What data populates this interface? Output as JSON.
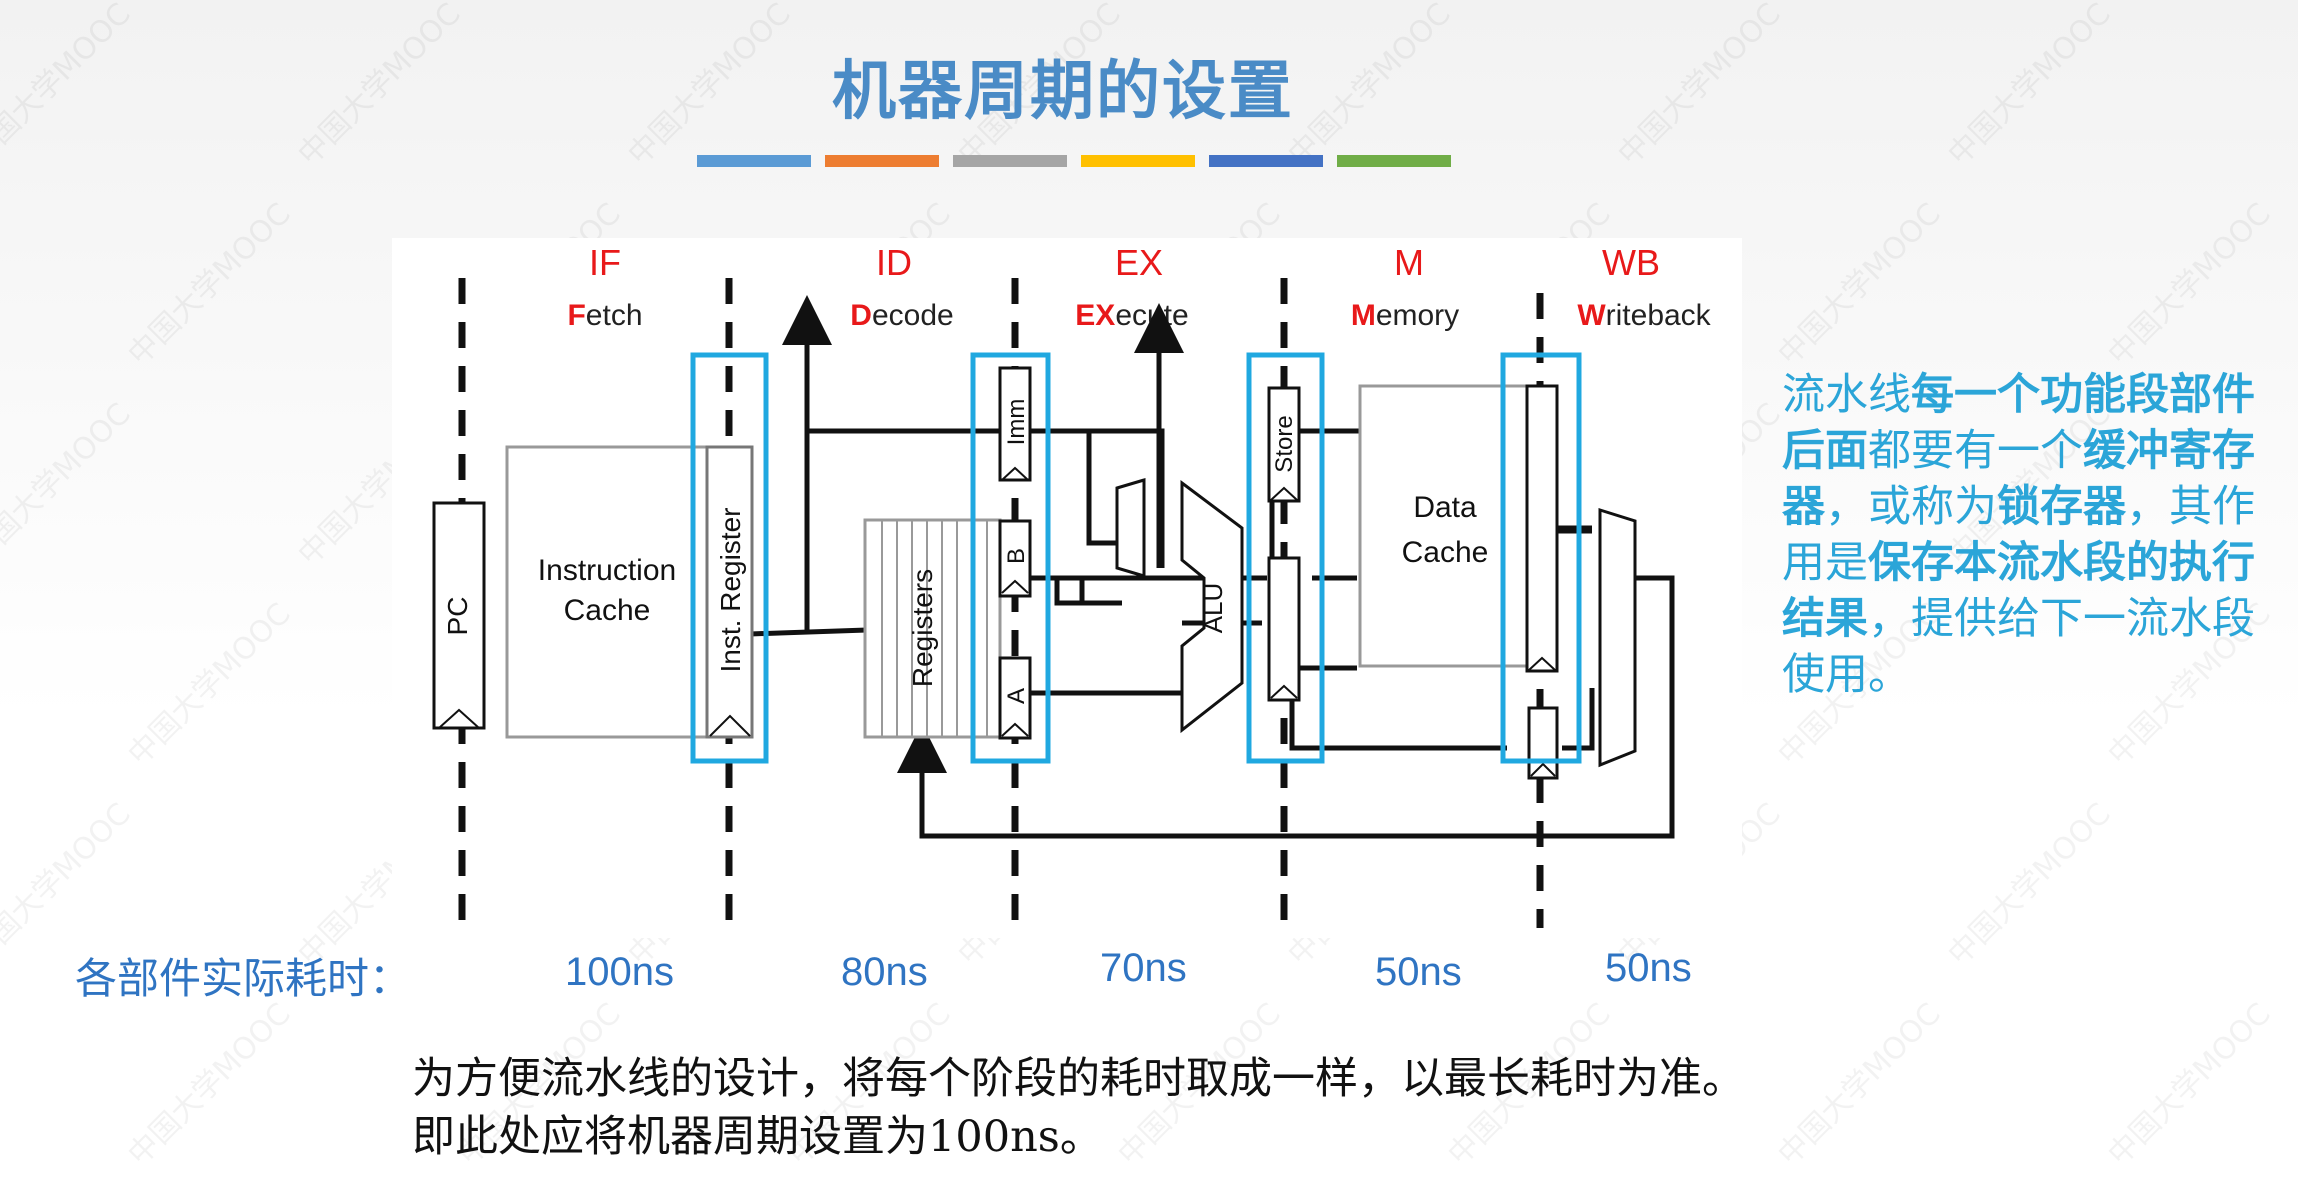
{
  "title": "机器周期的设置",
  "title_bar_colors": [
    "#5b9bd5",
    "#ed7d31",
    "#a5a5a5",
    "#ffc000",
    "#4472c4",
    "#70ad47"
  ],
  "diagram": {
    "stages": [
      {
        "abbr": "IF",
        "initial": "F",
        "rest": "etch"
      },
      {
        "abbr": "ID",
        "initial": "D",
        "rest": "ecode"
      },
      {
        "abbr": "EX",
        "initial": "EX",
        "rest": "ecute"
      },
      {
        "abbr": "M",
        "initial": "M",
        "rest": "emory"
      },
      {
        "abbr": "WB",
        "initial": "W",
        "rest": "riteback"
      }
    ],
    "pc": "PC",
    "instruction_cache": [
      "Instruction",
      "Cache"
    ],
    "inst_register": "Inst. Register",
    "registers": "Registers",
    "imm": "Imm",
    "b": "B",
    "a": "A",
    "alu": "ALU",
    "store": "Store",
    "data_cache": [
      "Data",
      "Cache"
    ],
    "stage_color": "#e8191a",
    "highlight_color": "#20a8e0"
  },
  "side_note": {
    "p1": "流水线",
    "b1": "每一个功能段部件后面",
    "p2": "都要有一个",
    "b2": "缓冲寄存器",
    "p3": "，或称为",
    "b3": "锁存器",
    "p4": "，其作用是",
    "b4": "保存本流水段的执行结果",
    "p5": "，提供给下一流水段使用。"
  },
  "timing": {
    "label": "各部件实际耗时：",
    "values": [
      "100ns",
      "80ns",
      "70ns",
      "50ns",
      "50ns"
    ]
  },
  "conclusion": {
    "line1": "为方便流水线的设计，将每个阶段的耗时取成一样，以最长耗时为准。",
    "line2": "即此处应将机器周期设置为100ns。"
  },
  "watermark": "中国大学MOOC"
}
